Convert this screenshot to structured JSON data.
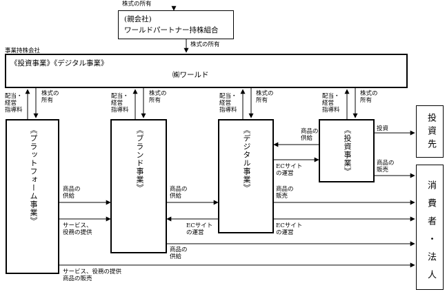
{
  "top_label": "株式の所有",
  "parent": {
    "line1": "(親会社)",
    "line2": "ワールドパートナー持株組合"
  },
  "owner_label": "株式の所有",
  "holding_title": "事業持株会社",
  "holding": {
    "segments": "《投資事業》《デジタル事業》",
    "name": "㈱ワールド"
  },
  "links": {
    "dividend": "配当・\n経営\n指導料",
    "ownership": "株式の\n所有"
  },
  "segments": {
    "platform": "《プラットフォーム事業》",
    "brand": "《ブランド事業》",
    "digital": "《デジタル事業》",
    "investment": "《投資事業》"
  },
  "right": {
    "invest_target": "投資先",
    "consumer": "消費者・法人"
  },
  "flows": {
    "goods_supply": "商品の\n供給",
    "service_supply": "サービス、\n役務の提供",
    "goods_supply_brand": "商品の\n供給",
    "ec_ops": "ECサイト\nの運営",
    "goods_supply_inv": "商品の\n供給",
    "ec_ops_inv": "ECサイト\nの運営",
    "goods_sales": "商品の\n販売",
    "ec_ops_consumer": "ECサイト\nの運営",
    "invest": "投資",
    "goods_sales_inv": "商品の\n販売",
    "goods_supply_bottom": "商品の\n供給",
    "service_bottom": "サービス、役務の提供\n商品の販売"
  }
}
